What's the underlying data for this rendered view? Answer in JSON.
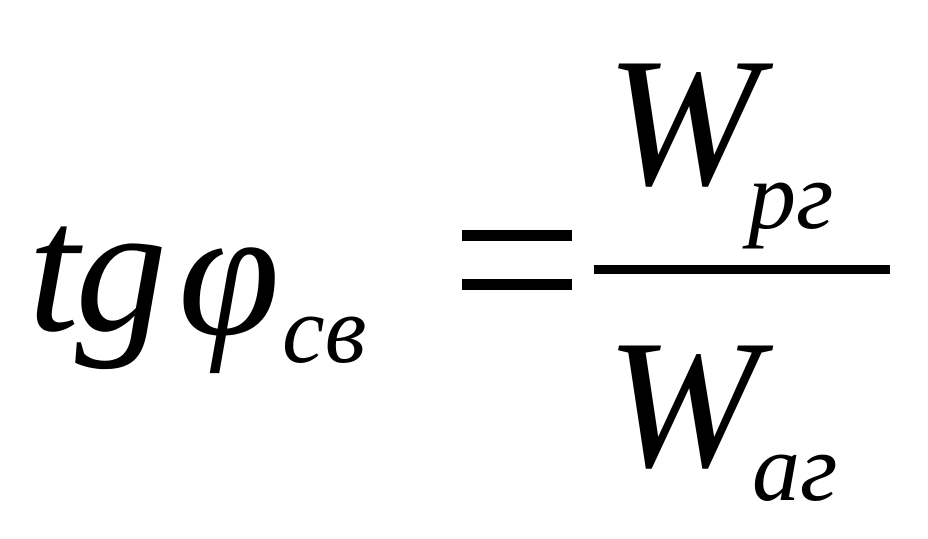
{
  "formula": {
    "lhs": {
      "function_name": "tg",
      "variable": "φ",
      "subscript": "св"
    },
    "equals_sign": "=",
    "rhs": {
      "numerator": {
        "variable": "W",
        "subscript": "рг"
      },
      "denominator": {
        "variable": "W",
        "subscript": "аг"
      }
    }
  }
}
